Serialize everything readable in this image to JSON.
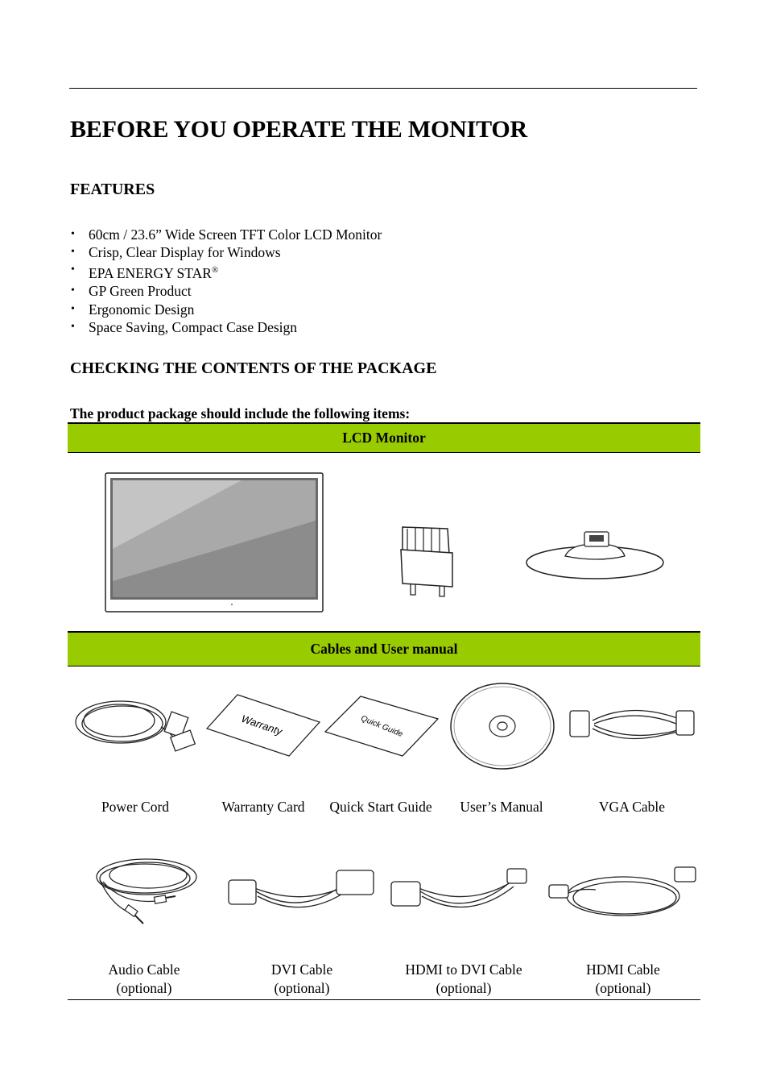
{
  "page": {
    "title": "BEFORE YOU OPERATE THE MONITOR"
  },
  "features": {
    "heading": "FEATURES",
    "items": [
      "60cm / 23.6” Wide Screen TFT Color LCD Monitor",
      "Crisp, Clear Display for Windows",
      "EPA ENERGY STAR",
      "GP Green Product",
      "Ergonomic Design",
      "Space Saving, Compact Case Design"
    ],
    "registered_mark": "®",
    "bullet": "•"
  },
  "package": {
    "heading": "CHECKING THE CONTENTS OF THE PACKAGE",
    "intro": "The product package should include the following items:",
    "band_monitor": "LCD Monitor",
    "band_cables": "Cables and User manual",
    "items_row1": [
      {
        "label": "Power Cord",
        "icon": "power-cord-icon"
      },
      {
        "label": "Warranty Card",
        "icon": "warranty-card-icon",
        "printed": "Warranty"
      },
      {
        "label": "Quick Start Guide",
        "icon": "quick-guide-icon",
        "printed": "Quick Guide"
      },
      {
        "label": "User’s Manual",
        "icon": "cd-icon"
      },
      {
        "label": "VGA Cable",
        "icon": "vga-cable-icon"
      }
    ],
    "items_row2": [
      {
        "label": "Audio Cable",
        "note": "(optional)",
        "icon": "audio-cable-icon"
      },
      {
        "label": "DVI Cable",
        "note": "(optional)",
        "icon": "dvi-cable-icon"
      },
      {
        "label": "HDMI to DVI Cable",
        "note": "(optional)",
        "icon": "hdmi-dvi-cable-icon"
      },
      {
        "label": "HDMI Cable",
        "note": "(optional)",
        "icon": "hdmi-cable-icon"
      }
    ]
  },
  "colors": {
    "band": "#99cc00",
    "text": "#000000"
  }
}
